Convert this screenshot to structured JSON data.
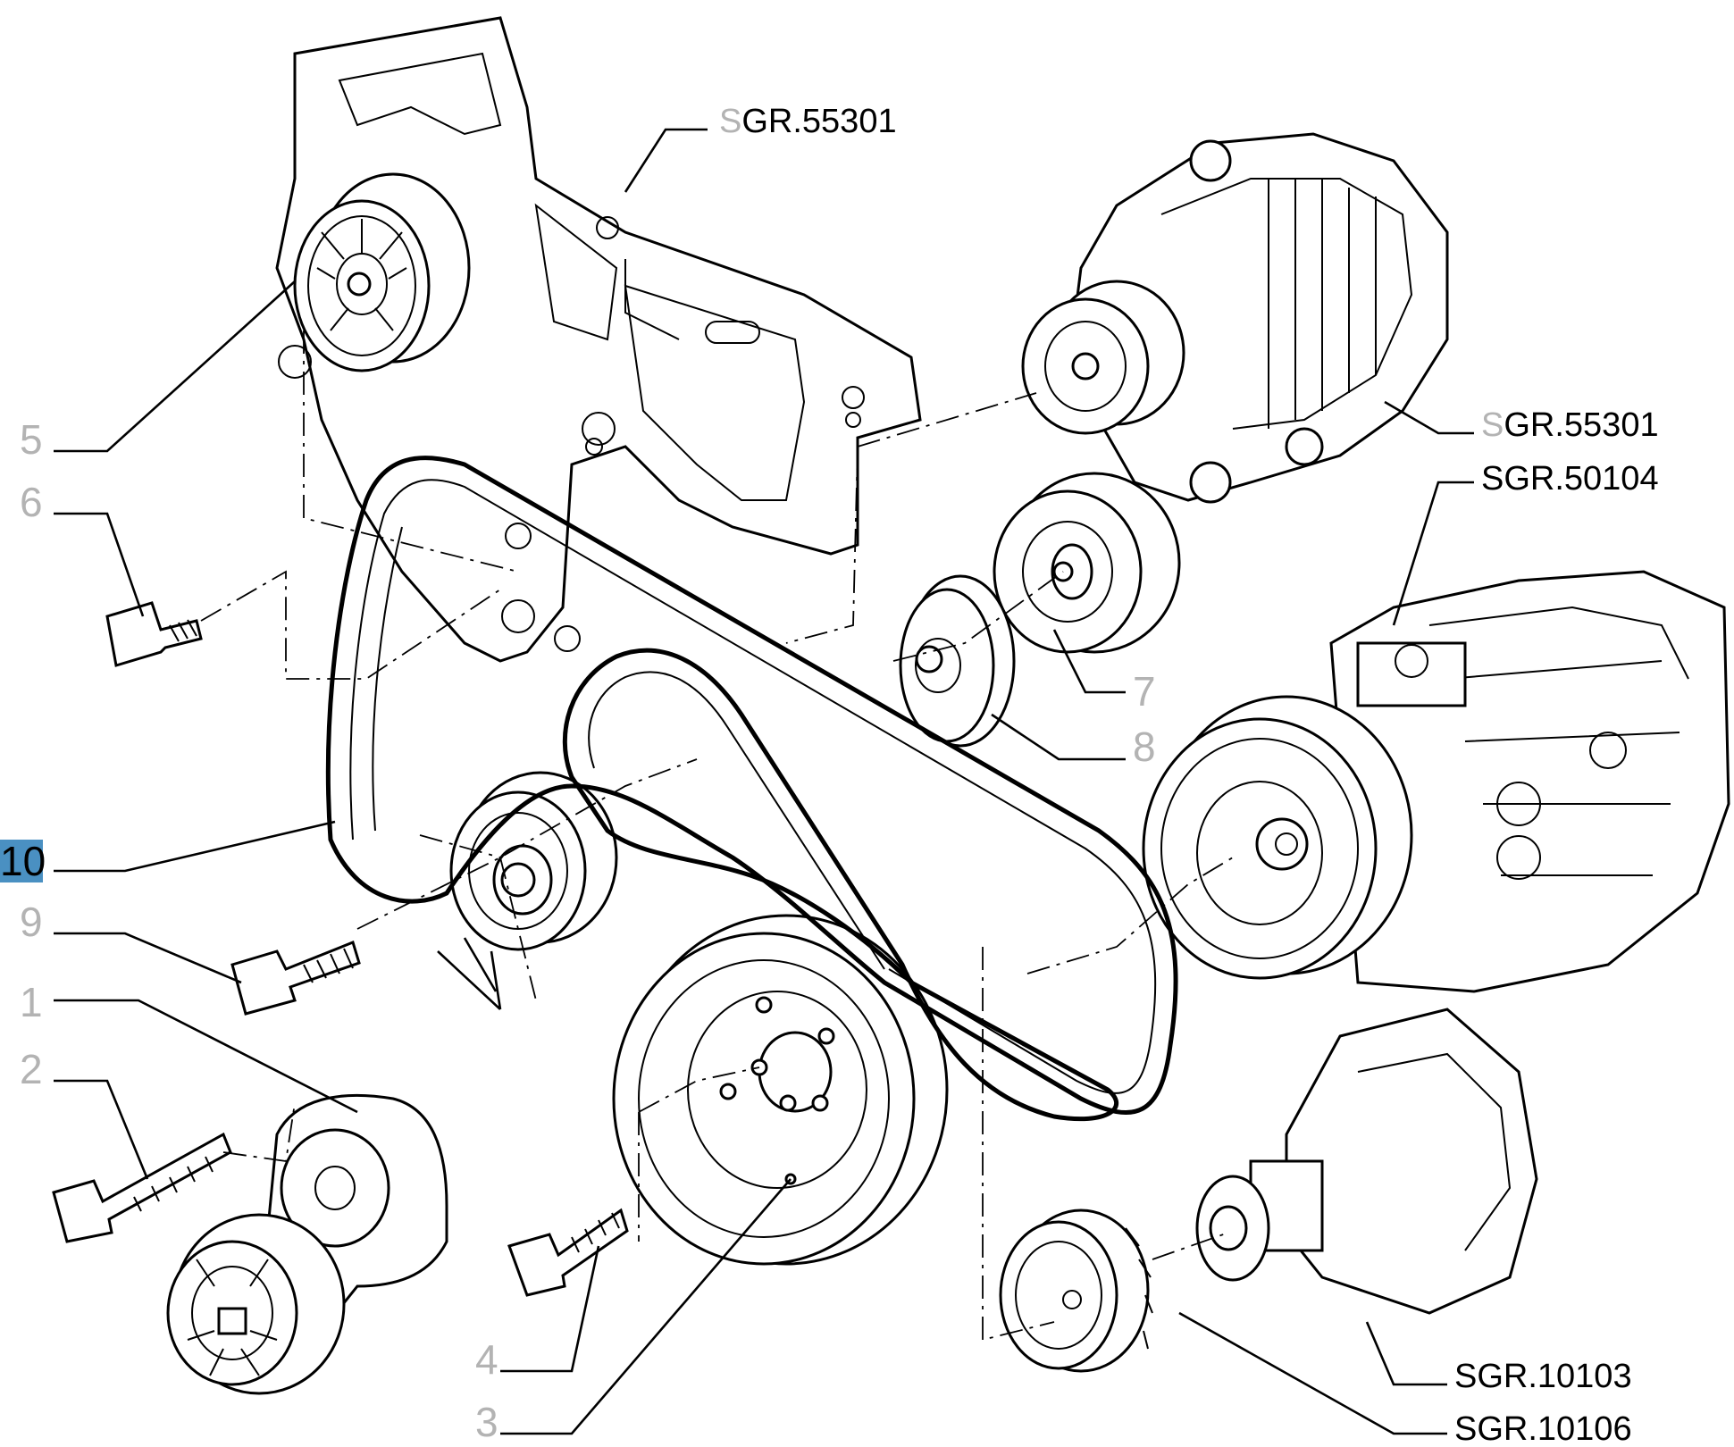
{
  "callouts": [
    {
      "id": "5",
      "label": "5"
    },
    {
      "id": "6",
      "label": "6"
    },
    {
      "id": "10",
      "label": "10",
      "highlighted": true
    },
    {
      "id": "9",
      "label": "9"
    },
    {
      "id": "1",
      "label": "1"
    },
    {
      "id": "2",
      "label": "2"
    },
    {
      "id": "4",
      "label": "4"
    },
    {
      "id": "3",
      "label": "3"
    },
    {
      "id": "7",
      "label": "7"
    },
    {
      "id": "8",
      "label": "8"
    }
  ],
  "references": [
    {
      "id": "ref-bracket",
      "prefix": "S",
      "rest": "GR.55301"
    },
    {
      "id": "ref-alternator",
      "prefix": "S",
      "rest": "GR.55301"
    },
    {
      "id": "ref-compressor",
      "prefix": "",
      "rest": "SGR.50104"
    },
    {
      "id": "ref-crankshaft",
      "prefix": "",
      "rest": "SGR.10103"
    },
    {
      "id": "ref-timing-pulley",
      "prefix": "",
      "rest": "SGR.10106"
    }
  ],
  "colors": {
    "highlight": "#4a90c2",
    "callout_grey": "#b3b3b3",
    "line": "#000000"
  }
}
